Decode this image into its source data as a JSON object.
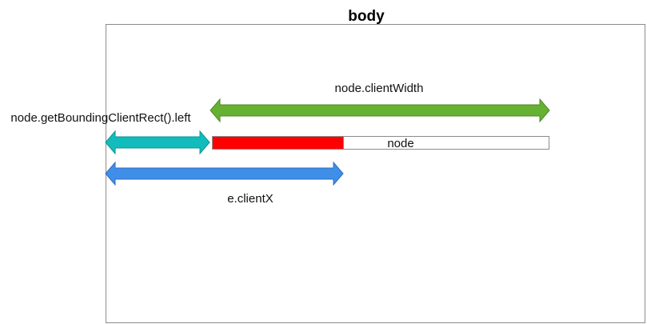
{
  "body_container": {
    "title": "body"
  },
  "arrows": {
    "client_width": {
      "label": "node.clientWidth",
      "color": "#66b032"
    },
    "bounding_left": {
      "label": "node.getBoundingClientRect().left",
      "color": "#12bcbc"
    },
    "client_x": {
      "label": "e.clientX",
      "color": "#3f8ee8"
    }
  },
  "node": {
    "label": "node",
    "fill_color": "#ff0000",
    "border_color": "#8c8c8c"
  }
}
